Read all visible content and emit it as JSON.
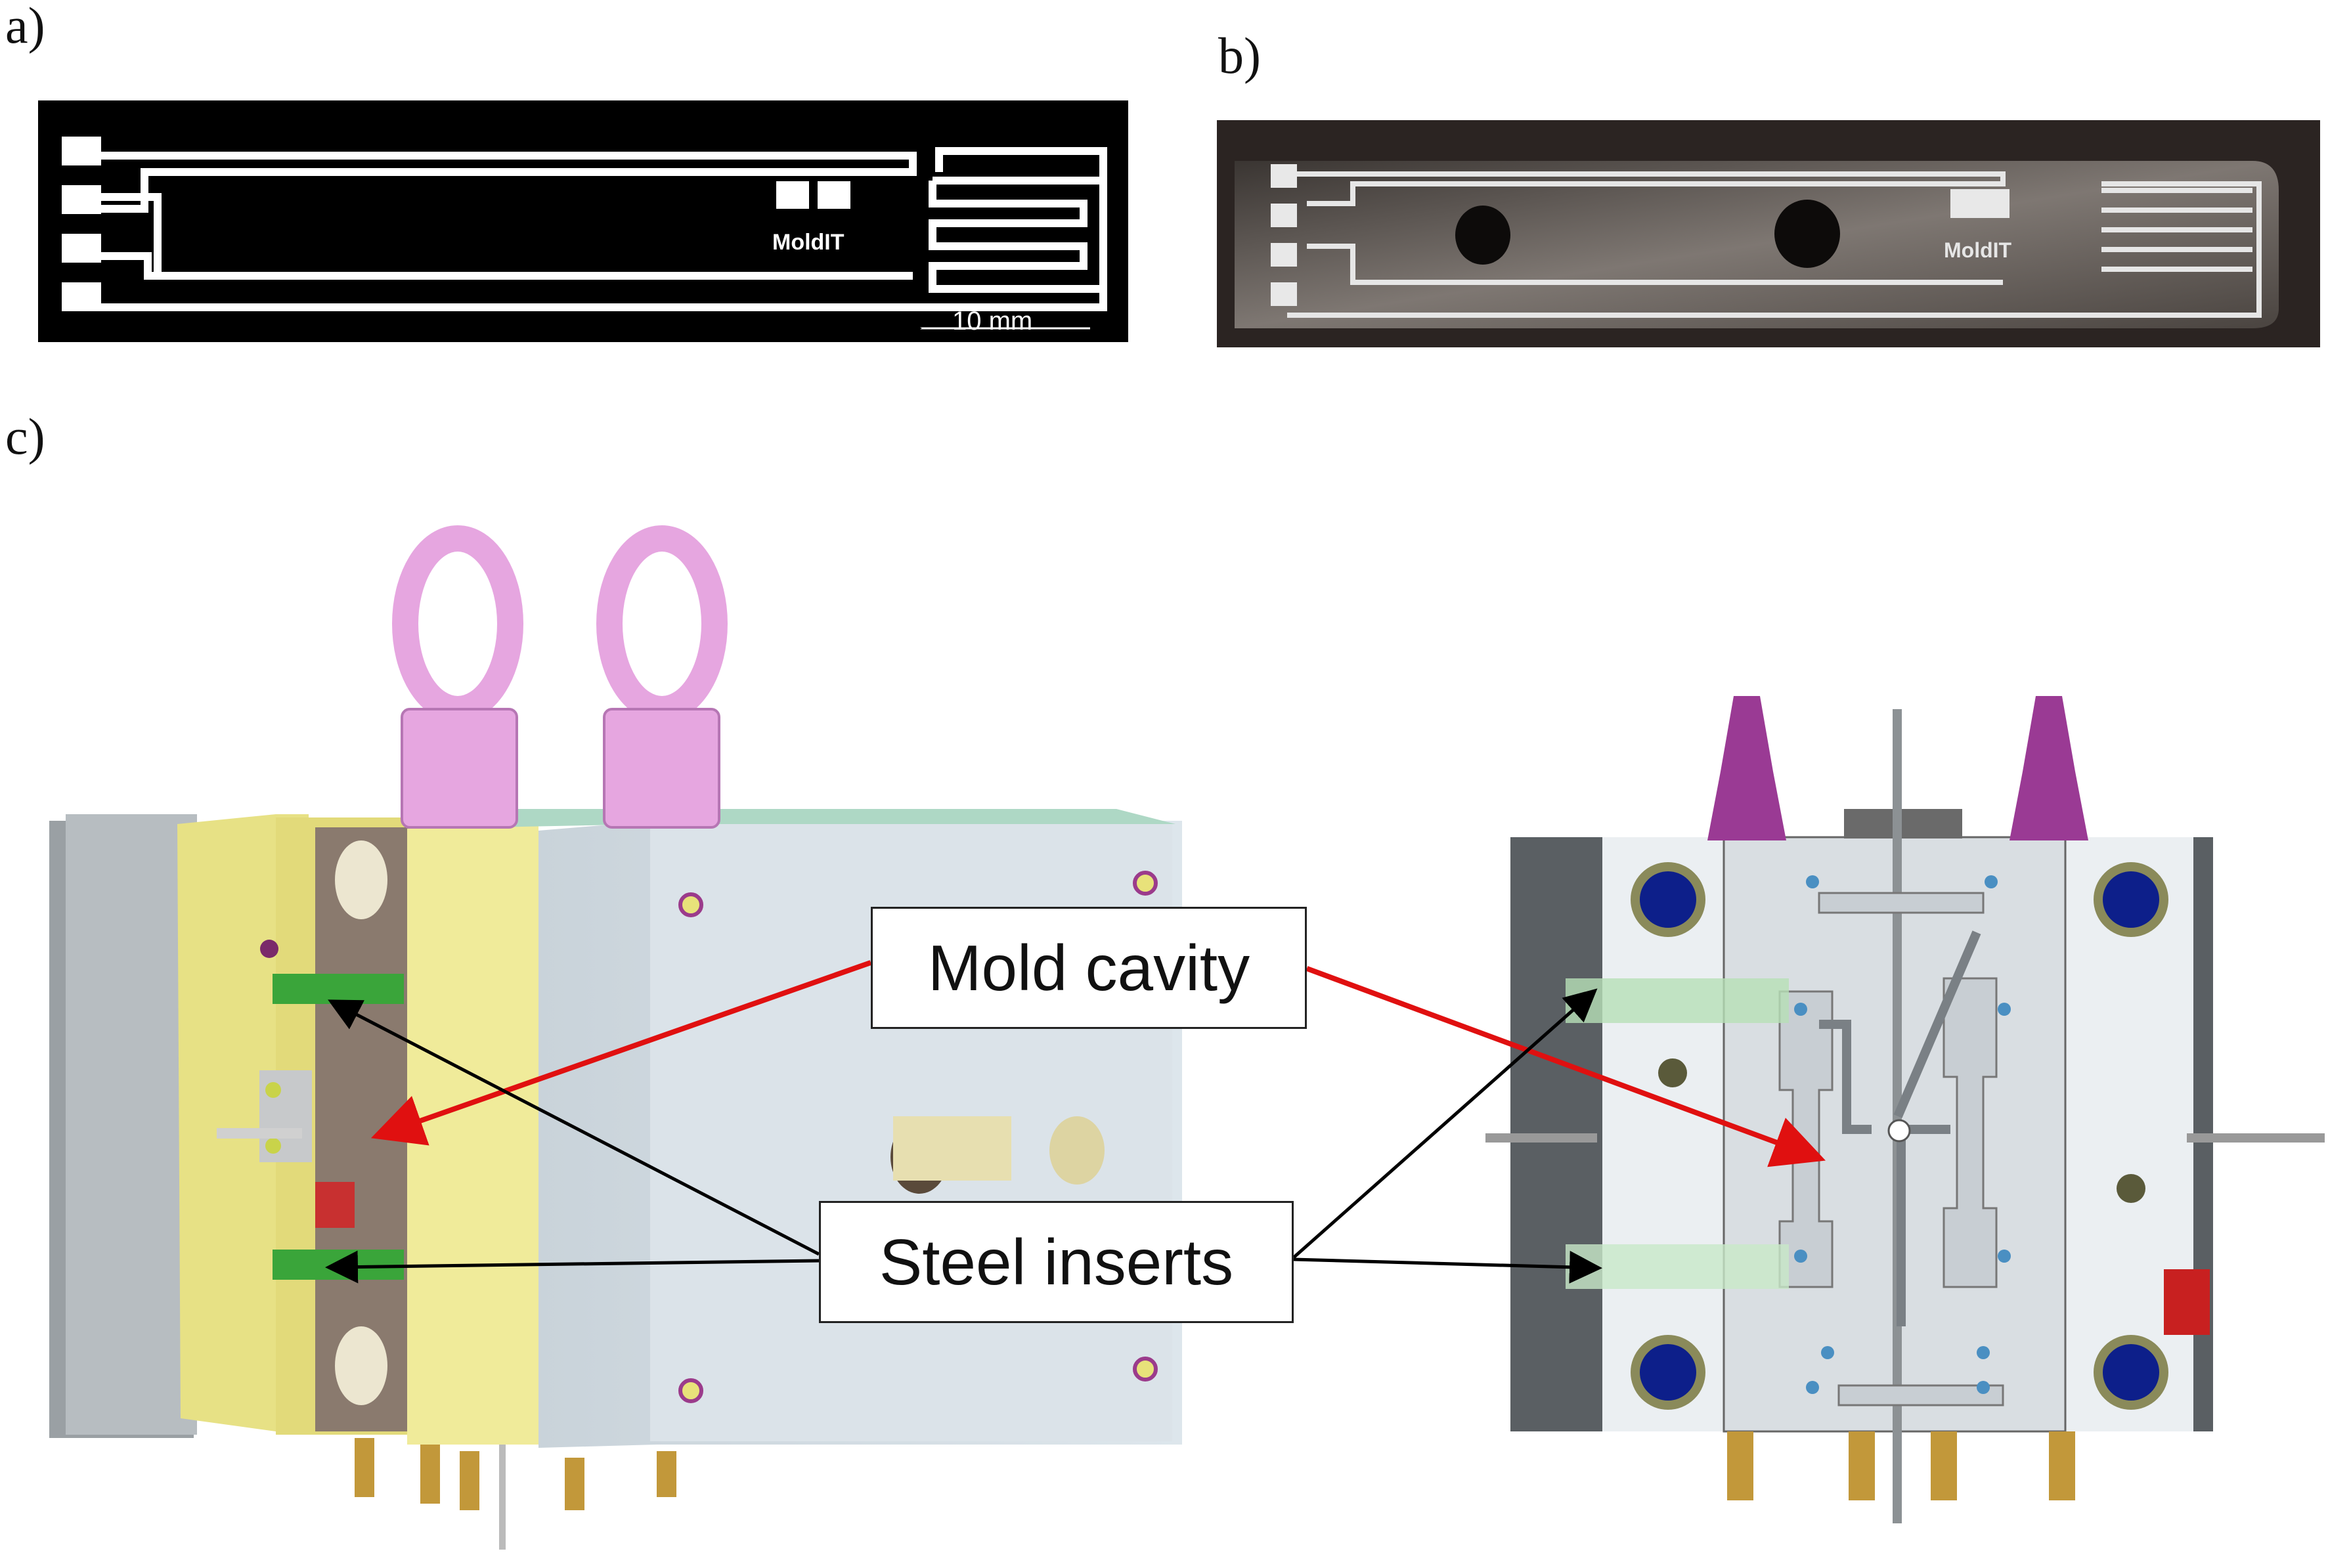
{
  "panels": {
    "a": {
      "label": "a)",
      "logo_text": "MoldIT",
      "scale_bar": "10 mm"
    },
    "b": {
      "label": "b)",
      "logo_text": "MoldIT"
    },
    "c": {
      "label": "c)"
    }
  },
  "callouts": {
    "mold_cavity": "Mold cavity",
    "steel_inserts": "Steel inserts"
  },
  "colors": {
    "arrow_red": "#e01010",
    "arrow_black": "#000000",
    "lifting_ring": "#e8a6e3",
    "yellow_plate": "#f4f09c",
    "steel_plate": "#cfdbe3"
  }
}
